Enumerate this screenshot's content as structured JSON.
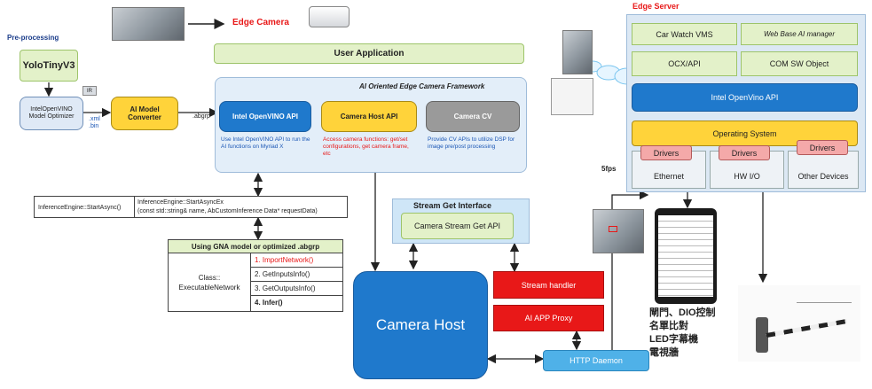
{
  "labels": {
    "preprocessing": "Pre-processing",
    "yolo": "YoloTinyV3",
    "model_optimizer": "IntelOpenVINO Model Optimizer",
    "ir": "IR",
    "xml_bin": ".xml .bin",
    "converter": "AI Model Converter",
    "abgrp_side": ".abgrp",
    "edge_camera": "Edge Camera",
    "user_application": "User Application",
    "framework_title": "AI Oriented Edge Camera Framework",
    "openvino_api": "Intel OpenVINO API",
    "camera_host_api": "Camera Host API",
    "camera_cv": "Camera CV",
    "openvino_desc": "Use Intel OpenVINO API to run the AI functions on Myriad X",
    "host_desc": "Access camera functions: get/set configurations, get camera frame, etc",
    "cv_desc": "Provide CV APIs to utilize DSP for image pre/post processing",
    "inference_start": "InferenceEngine::StartAsync()",
    "inference_ex": "InferenceEngine::StartAsyncEx",
    "inference_sig": "(const std::string& name, AbCustomInference Data* requestData)",
    "gna_title": "Using GNA model or optimized .abgrp",
    "class_label": "Class:: ExecutableNetwork",
    "methods": [
      "1. ImportNetwork()",
      "2. GetInputsInfo()",
      "3. GetOutputsInfo()",
      "4. Infer()"
    ],
    "stream_get_interface": "Stream Get Interface",
    "camera_stream_api": "Camera Stream Get API",
    "camera_host": "Camera Host",
    "stream_handler": "Stream handler",
    "ai_app_proxy": "AI APP Proxy",
    "http_daemon": "HTTP Daemon",
    "edge_server": "Edge Server",
    "car_watch": "Car Watch VMS",
    "web_base": "Web Base AI manager",
    "ocx": "OCX/API",
    "com_sw": "COM SW Object",
    "openvino_server": "Intel OpenVino API",
    "os": "Operating System",
    "drivers": "Drivers",
    "ethernet": "Ethernet",
    "hw_io": "HW I/O",
    "other_devices": "Other Devices",
    "fps": "5fps",
    "dio_caption": "閘門、DIO控制\n名單比對\nLED字幕機\n電視牆"
  },
  "colors": {
    "accent_red": "#e81818",
    "accent_blue": "#1f79cc",
    "green": "#e3f1c9",
    "yellow": "#ffd33a"
  }
}
